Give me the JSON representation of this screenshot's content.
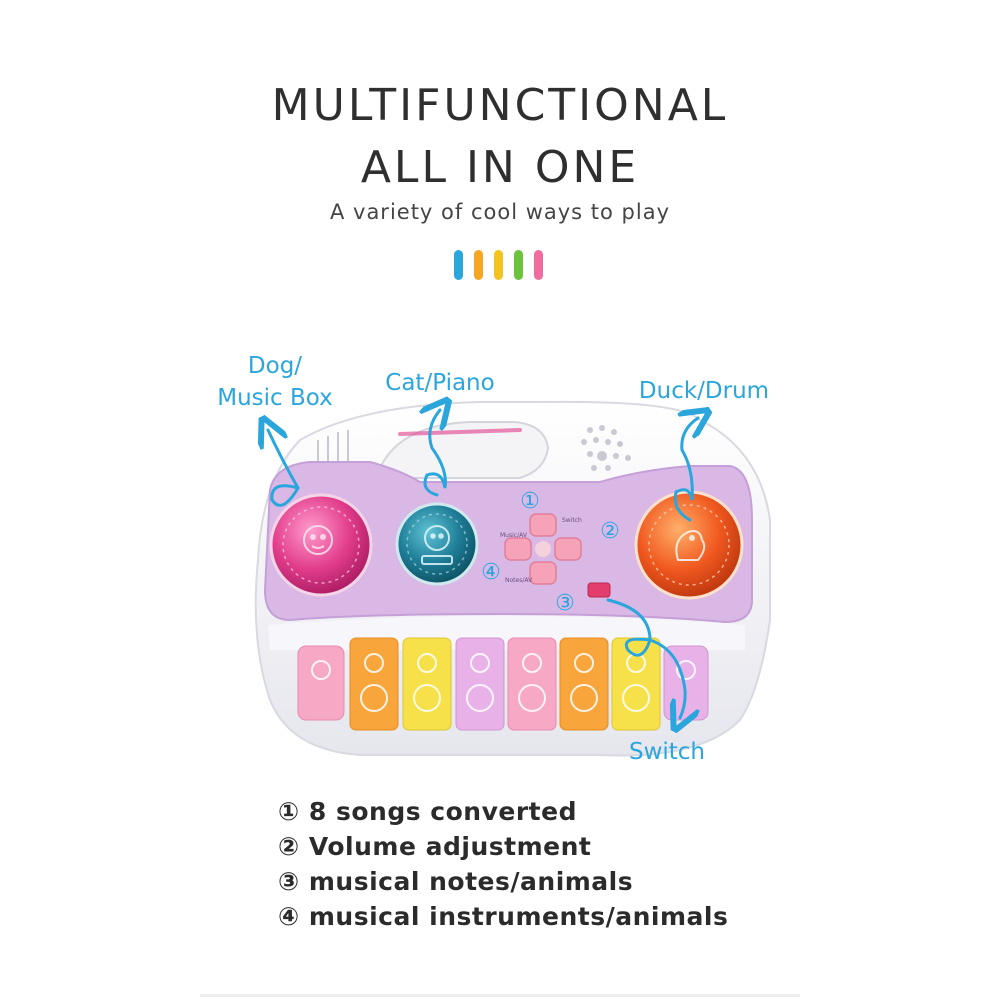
{
  "heading": {
    "line1": "MULTIFUNCTIONAL",
    "line2": "ALL IN ONE",
    "subtitle": "A variety of cool ways to play"
  },
  "decor_bars": [
    "#2aa6dd",
    "#f5a623",
    "#f3c31f",
    "#6cc43c",
    "#f06b9e"
  ],
  "callouts": {
    "dog_line1": "Dog/",
    "dog_line2": "Music Box",
    "cat": "Cat/Piano",
    "duck": "Duck/Drum",
    "switch": "Switch"
  },
  "markers": [
    "①",
    "②",
    "③",
    "④"
  ],
  "toy_labels": {
    "switch": "Switch",
    "music": "Music/AV",
    "notes": "Notes/AV"
  },
  "features": [
    "① 8 songs converted",
    "② Volume adjustment",
    "③ musical notes/animals",
    "④ musical instruments/animals"
  ],
  "colors": {
    "accent": "#2aa6dd",
    "toy_purple": "#d9b8e6",
    "button_pink": "#e23d8c",
    "button_teal": "#1e7d96",
    "button_orange": "#f0581f"
  }
}
